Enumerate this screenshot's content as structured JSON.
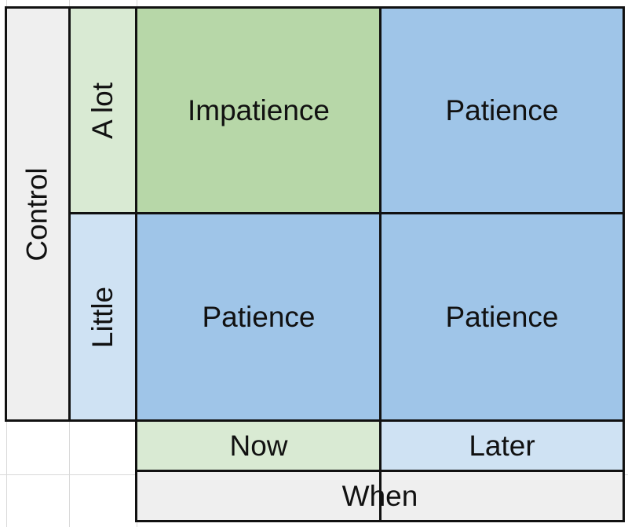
{
  "axes": {
    "vertical_title": "Control",
    "vertical_levels": [
      "A lot",
      "Little"
    ],
    "horizontal_title": "When",
    "horizontal_levels": [
      "Now",
      "Later"
    ]
  },
  "cells": [
    {
      "row": "A lot",
      "col": "Now",
      "label": "Impatience",
      "color": "#b7d7a8"
    },
    {
      "row": "A lot",
      "col": "Later",
      "label": "Patience",
      "color": "#9fc5e8"
    },
    {
      "row": "Little",
      "col": "Now",
      "label": "Patience",
      "color": "#9fc5e8"
    },
    {
      "row": "Little",
      "col": "Later",
      "label": "Patience",
      "color": "#9fc5e8"
    }
  ],
  "colors": {
    "header_grey": "#efefef",
    "light_green": "#d9ead3",
    "light_blue": "#cfe2f3",
    "green": "#b7d7a8",
    "blue": "#9fc5e8",
    "border": "#111111"
  }
}
